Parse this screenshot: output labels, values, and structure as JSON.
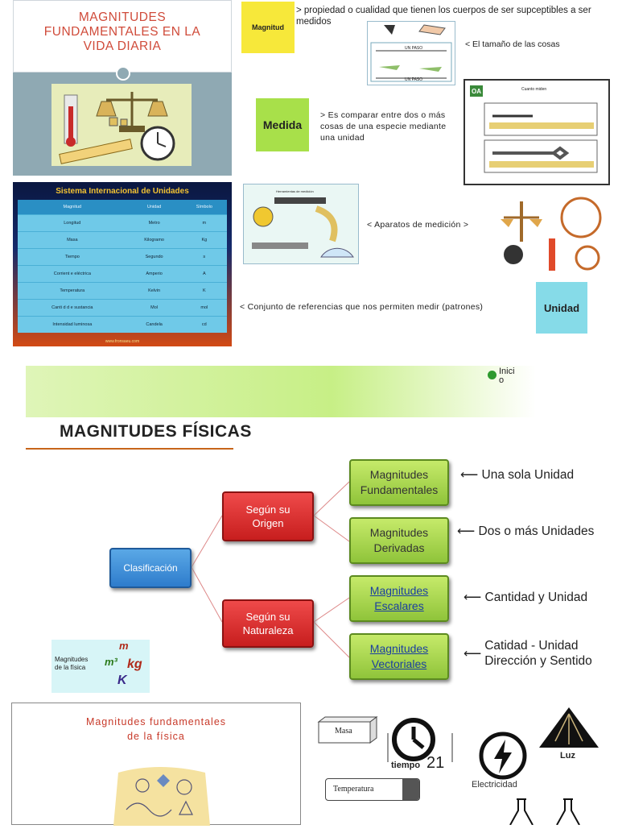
{
  "slide1": {
    "title_line1": "MAGNITUDES",
    "title_line2": "FUNDAMENTALES EN LA",
    "title_line3": "VIDA DIARIA"
  },
  "si_table": {
    "title": "Sistema Internacional de Unidades",
    "headers": [
      "Magnitud",
      "Unidad",
      "Símbolo"
    ],
    "rows": [
      [
        "Longitud",
        "Metro",
        "m"
      ],
      [
        "Masa",
        "Kilogramo",
        "Kg"
      ],
      [
        "Tiempo",
        "Segundo",
        "s"
      ],
      [
        "Corrient e eléctrica",
        "Amperio",
        "A"
      ],
      [
        "Temperatura",
        "Kelvin",
        "K"
      ],
      [
        "Canti d d e sustancia",
        "Mol",
        "mol"
      ],
      [
        "Intensidad luminosa",
        "Candela",
        "cd"
      ]
    ],
    "footer": "www.fronsaeu.com"
  },
  "concepts": {
    "magnitud_label": "Magnitud",
    "magnitud_def": "> propiedad o cualidad que tienen los cuerpos de ser supceptibles a ser medidos",
    "magnitud_img_label1": "UN PASO",
    "magnitud_img_label2": "UN PASO",
    "size_note": "< El tamaño de las cosas",
    "medida_label": "Medida",
    "medida_def": "> Es comparar entre dos o más cosas de una especie mediante una unidad",
    "medida_img_badge": "OA",
    "medida_img_caption": "Cuanto miden",
    "aparatos_img_caption": "Herramientas de medición",
    "aparatos_note": "< Aparatos de medición >",
    "unidad_note": "< Conjunto de referencias que nos permiten medir (patrones)",
    "unidad_label": "Unidad"
  },
  "diagram": {
    "title": "MAGNITUDES FÍSICAS",
    "inicio_line1": "Inici",
    "inicio_line2": "o",
    "root": "Clasificación",
    "branch1_l1": "Según su",
    "branch1_l2": "Origen",
    "branch2_l1": "Según su",
    "branch2_l2": "Naturaleza",
    "leaf1_l1": "Magnitudes",
    "leaf1_l2": "Fundamentales",
    "leaf2_l1": "Magnitudes",
    "leaf2_l2": "Derivadas",
    "leaf3_l1": "Magnitudes",
    "leaf3_l2": "Escalares",
    "leaf4_l1": "Magnitudes",
    "leaf4_l2": "Vectoriales",
    "note1": "Una sola Unidad",
    "note2": "Dos o más Unidades",
    "note3": "Cantidad y Unidad",
    "note4_l1": "Catidad - Unidad",
    "note4_l2": "Dirección y Sentido",
    "thumb_label_l1": "Magnitudes",
    "thumb_label_l2": "de la física",
    "thumb_units": [
      "m",
      "m³",
      "kg",
      "K"
    ]
  },
  "slide4": {
    "title_line1": "Magnitudes fundamentales",
    "title_line2": "de la física"
  },
  "icons": {
    "masa": "Masa",
    "tiempo": "tiempo",
    "tiempo_num": "21",
    "temperatura": "Temperatura",
    "electricidad": "Electricidad",
    "luz": "Luz"
  },
  "colors": {
    "title_red": "#d04b3a",
    "sticky_yellow": "#f7e83a",
    "medida_green": "#a8e04a",
    "unidad_cyan": "#86dbe8",
    "node_blue": "#2e7ccc",
    "node_red": "#c71e1e",
    "node_green": "#8fc43a"
  }
}
